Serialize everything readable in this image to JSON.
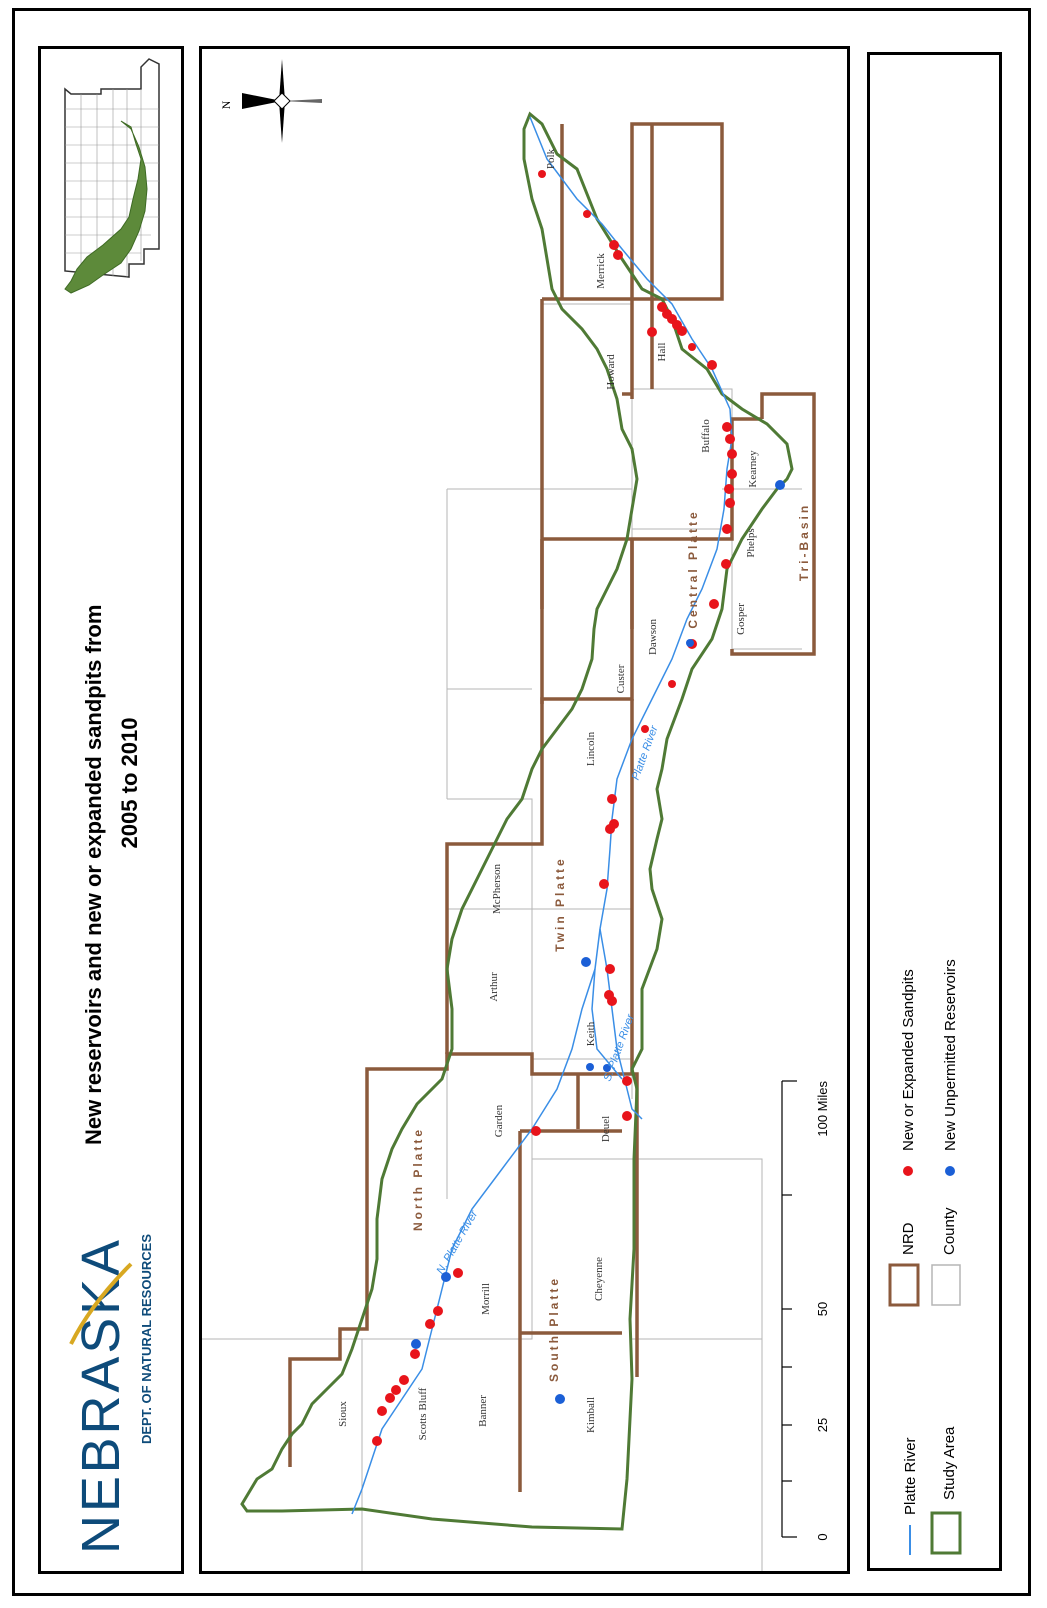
{
  "title": {
    "line1": "New reservoirs and new or expanded sandpits from",
    "line2": "2005 to 2010"
  },
  "logo": {
    "wordmark": "NEBRASKA",
    "sub": "DEPT. OF NATURAL RESOURCES"
  },
  "map": {
    "north_label": "N",
    "counties": [
      "Polk",
      "Merrick",
      "Hall",
      "Howard",
      "Buffalo",
      "Kearney",
      "Phelps",
      "Gosper",
      "Dawson",
      "Custer",
      "Lincoln",
      "McPherson",
      "Arthur",
      "Keith",
      "Garden",
      "Deuel",
      "Morrill",
      "Cheyenne",
      "Kimball",
      "Banner",
      "Scotts Bluff",
      "Sioux"
    ],
    "nrds": [
      "Central Platte",
      "Tri-Basin",
      "Twin Platte",
      "North Platte",
      "South Platte"
    ],
    "rivers": [
      "Platte River",
      "N. Platte River",
      "S. Platte River"
    ],
    "scale": {
      "ticks": [
        "0",
        "25",
        "50",
        "100 Miles"
      ]
    }
  },
  "legend": {
    "items": [
      {
        "label": "Platte River",
        "symbol": "line"
      },
      {
        "label": "Study Area",
        "symbol": "box"
      },
      {
        "label": "NRD",
        "symbol": "box"
      },
      {
        "label": "County",
        "symbol": "box"
      },
      {
        "label": "New or Expanded Sandpits",
        "symbol": "dot"
      },
      {
        "label": "New Unpermitted Reservoirs",
        "symbol": "dot"
      }
    ]
  },
  "colors": {
    "river": "#3a8ee6",
    "study_area": "#4f7a35",
    "nrd": "#8b5a3c",
    "county": "#b5b5b5",
    "sandpit": "#e8141b",
    "reservoir": "#1b5fd6",
    "logo_blue": "#0e4b7a",
    "logo_gold": "#d8a821"
  }
}
